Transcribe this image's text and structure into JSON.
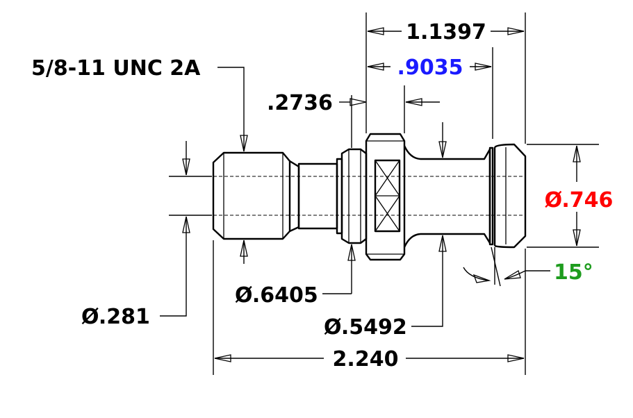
{
  "dimensions": {
    "thread": "5/8-11 UNC 2A",
    "overall_flange": "1.1397",
    "shank_length": ".9035",
    "collar_width": ".2736",
    "head_diameter": "Ø.746",
    "angle": "15°",
    "thread_bore": "Ø.281",
    "neck_diameter": "Ø.6405",
    "shank_diameter": "Ø.5492",
    "overall_length": "2.240"
  },
  "colors": {
    "default": "#000000",
    "shank_length": "#1a1aff",
    "head_diameter": "#ff0000",
    "angle": "#1e9c1e"
  }
}
